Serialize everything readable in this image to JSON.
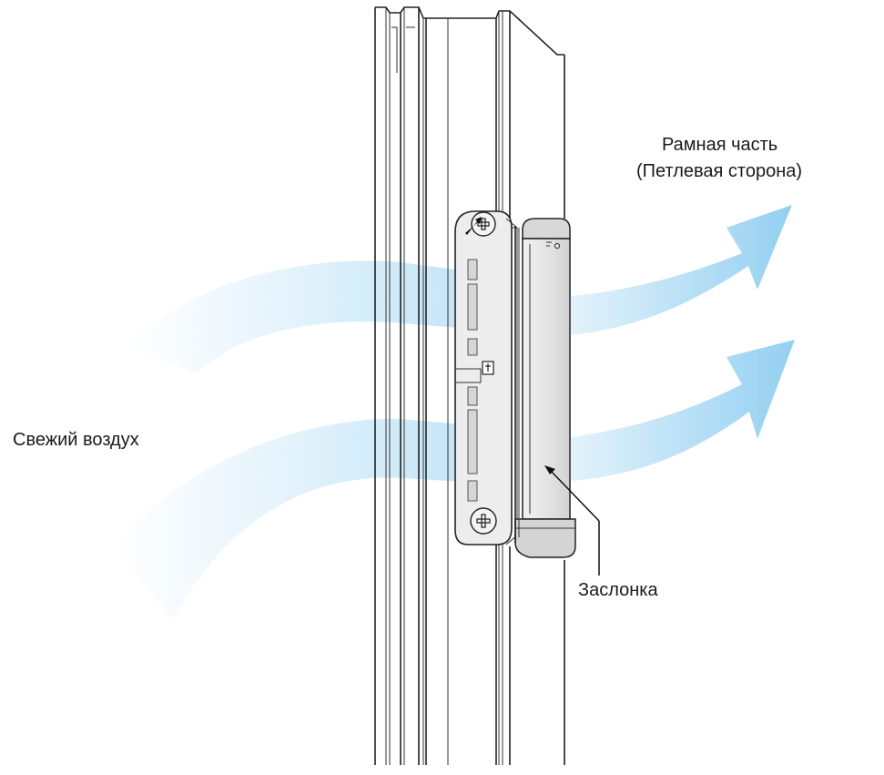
{
  "labels": {
    "fresh_air": "Свежий воздух",
    "frame_part_line1": "Рамная часть",
    "frame_part_line2": "(Петлевая сторона)",
    "damper": "Заслонка"
  },
  "colors": {
    "airflow": "#8ecdf0",
    "line": "#222222",
    "valve_body": "#e6e6e6",
    "damper_fill": "#e9e9e9"
  },
  "icons": {
    "screw_top": "phillips-screw-icon",
    "screw_bottom": "phillips-screw-icon",
    "lock_symbol": "lock-icon"
  }
}
